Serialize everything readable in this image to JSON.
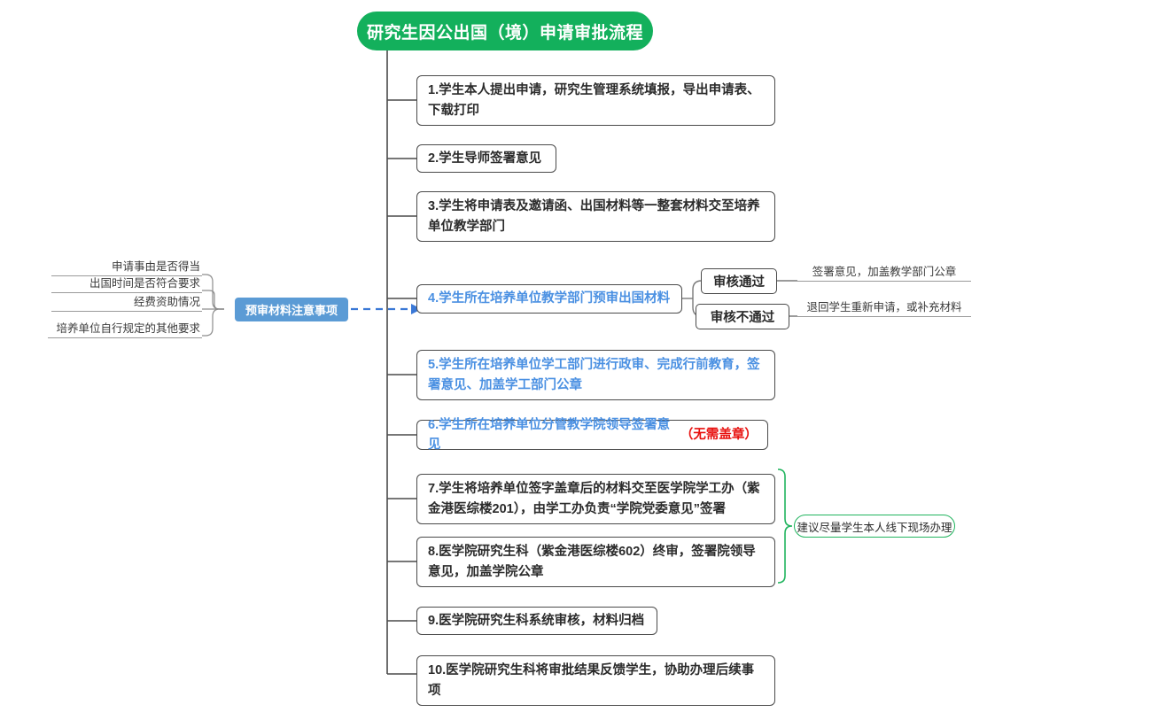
{
  "diagram": {
    "type": "mindmap-flowchart",
    "title": "研究生因公出国（境）申请审批流程",
    "colors": {
      "root_bg": "#13b05c",
      "root_text": "#ffffff",
      "step_border": "#4a4a4a",
      "step_text": "#2b2b2b",
      "blue_text": "#4a90e2",
      "red_text": "#e8110f",
      "blue_node_bg": "#5b9bd5",
      "green_note_border": "#21b45e",
      "spine": "#4a4a4a",
      "dashed_arrow": "#3a78d6"
    }
  },
  "steps": [
    {
      "id": "step1",
      "text": "1.学生本人提出申请，研究生管理系统填报，导出申请表、下载打印",
      "style": "dark"
    },
    {
      "id": "step2",
      "text": "2.学生导师签署意见",
      "style": "dark"
    },
    {
      "id": "step3",
      "text": "3.学生将申请表及邀请函、出国材料等一整套材料交至培养单位教学部门",
      "style": "dark"
    },
    {
      "id": "step4",
      "text": "4.学生所在培养单位教学部门预审出国材料",
      "style": "blue"
    },
    {
      "id": "step5",
      "text": "5.学生所在培养单位学工部门进行政审、完成行前教育，签署意见、加盖学工部门公章",
      "style": "blue"
    },
    {
      "id": "step6",
      "text": "6.学生所在培养单位分管教学院领导签署意见",
      "suffix": "（无需盖章）",
      "style": "blue"
    },
    {
      "id": "step7",
      "text": "7.学生将培养单位签字盖章后的材料交至医学院学工办（紫金港医综楼201），由学工办负责“学院党委意见”签署",
      "style": "dark"
    },
    {
      "id": "step8",
      "text": "8.医学院研究生科（紫金港医综楼602）终审，签署院领导意见，加盖学院公章",
      "style": "dark"
    },
    {
      "id": "step9",
      "text": "9.医学院研究生科系统审核，材料归档",
      "style": "dark"
    },
    {
      "id": "step10",
      "text": "10.医学院研究生科将审批结果反馈学生，协助办理后续事项",
      "style": "dark"
    }
  ],
  "step4_results": [
    {
      "id": "pass",
      "label": "审核通过",
      "annotation": "签署意见，加盖教学部门公章"
    },
    {
      "id": "fail",
      "label": "审核不通过",
      "annotation": "退回学生重新申请，或补充材料"
    }
  ],
  "presubmission": {
    "node_label": "预审材料注意事项",
    "items": [
      "申请事由是否得当",
      "出国时间是否符合要求",
      "经费资助情况",
      "培养单位自行规定的其他要求"
    ]
  },
  "group_note": {
    "text": "建议尽量学生本人线下现场办理",
    "covers": [
      "step7",
      "step8"
    ]
  }
}
